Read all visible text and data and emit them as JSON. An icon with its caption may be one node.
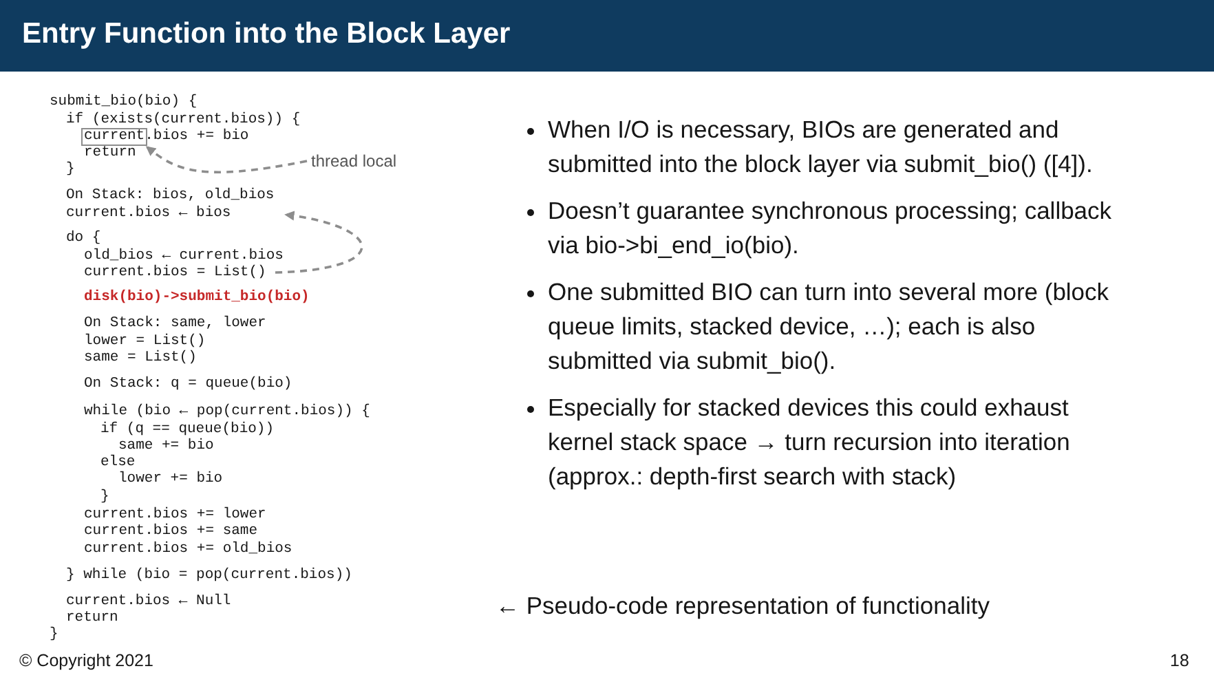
{
  "diagram": {
    "title": "Entry Function into the Block Layer",
    "nodes": [
      {
        "text": [
          "thread local"
        ]
      },
      {
        "text": [],
        "shape": "box"
      }
    ],
    "edges": [
      {
        "from": 0,
        "to": 1,
        "arrow": "to",
        "style": "dashed"
      }
    ],
    "labels": [
      "submit_bio(bio) {",
      "if (exists(current.bios)) {",
      "current.bios += bio",
      "return",
      "}",
      "On Stack: bios, old_bios",
      "current.bios ← bios",
      "do {",
      "old_bios ← current.bios",
      "current.bios = List()",
      "disk(bio)->submit_bio(bio)",
      "On Stack: same, lower",
      "lower = List()",
      "same = List()",
      "On Stack: q = queue(bio)",
      "while (bio ← pop(current.bios)) {",
      "if (q == queue(bio))",
      "same += bio",
      "else",
      "lower += bio",
      "}",
      "current.bios += lower",
      "current.bios += same",
      "current.bios += old_bios",
      "} while (bio = pop(current.bios))",
      "current.bios ← Null",
      "return",
      "}",
      "When I/O is necessary, BIOs are generated and submitted into the block layer via submit_bio() ([4]).",
      "Doesn’t guarantee synchronous processing; callback via bio->bi_end_io(bio).",
      "One submitted BIO can turn into several more (block queue limits, stacked device, …); each is also submitted via submit_bio().",
      "Especially for stacked devices this could exhaust kernel stack space → turn recursion into iteration (approx.: depth-first search with stack)",
      "← Pseudo-code representation of functionality",
      "© Copyright 2021",
      "18"
    ]
  }
}
